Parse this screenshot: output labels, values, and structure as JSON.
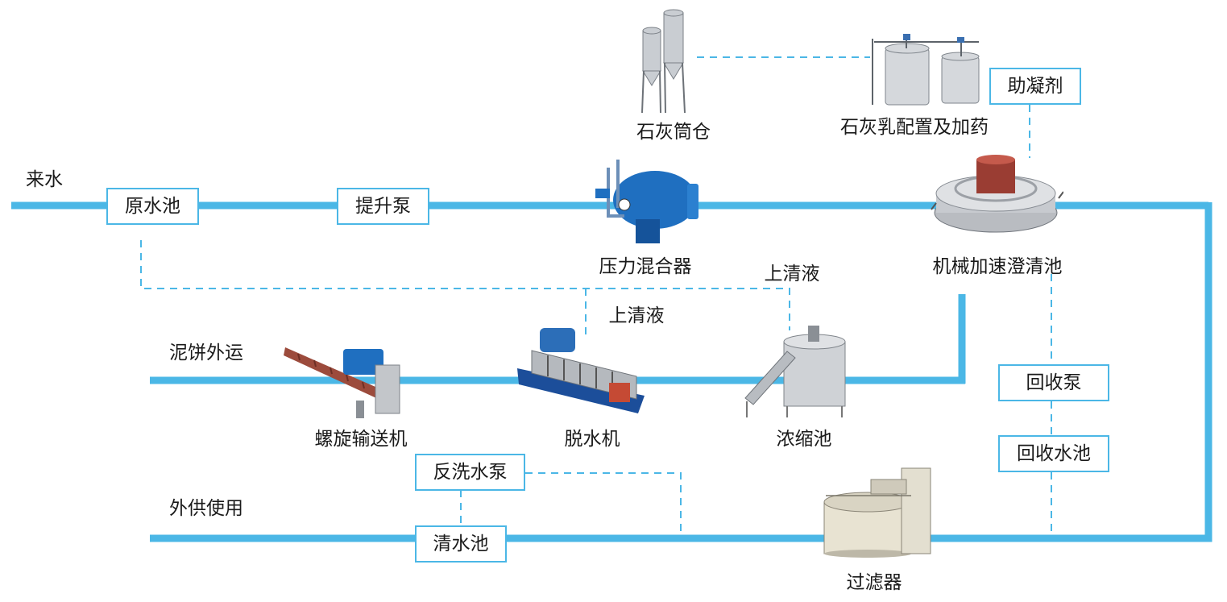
{
  "flow_labels": {
    "inflow": "来水",
    "cake": "泥饼外运",
    "supply": "外供使用",
    "supernatant_1": "上清液",
    "supernatant_2": "上清液"
  },
  "boxes": {
    "raw_pool": "原水池",
    "lift_pump": "提升泵",
    "coagulant": "助凝剂",
    "recovery_pump": "回收泵",
    "recovery_pool": "回收水池",
    "backwash_pump": "反洗水泵",
    "clear_pool": "清水池"
  },
  "equipment": {
    "silo": "石灰筒仓",
    "lime_milk": "石灰乳配置及加药",
    "mixer": "压力混合器",
    "clarifier": "机械加速澄清池",
    "screw": "螺旋输送机",
    "dewater": "脱水机",
    "thickener": "浓缩池",
    "filter": "过滤器"
  },
  "colors": {
    "pipe": "#4bb7e6",
    "dashed": "#4bb7e6",
    "box_border": "#4bb7e6"
  }
}
